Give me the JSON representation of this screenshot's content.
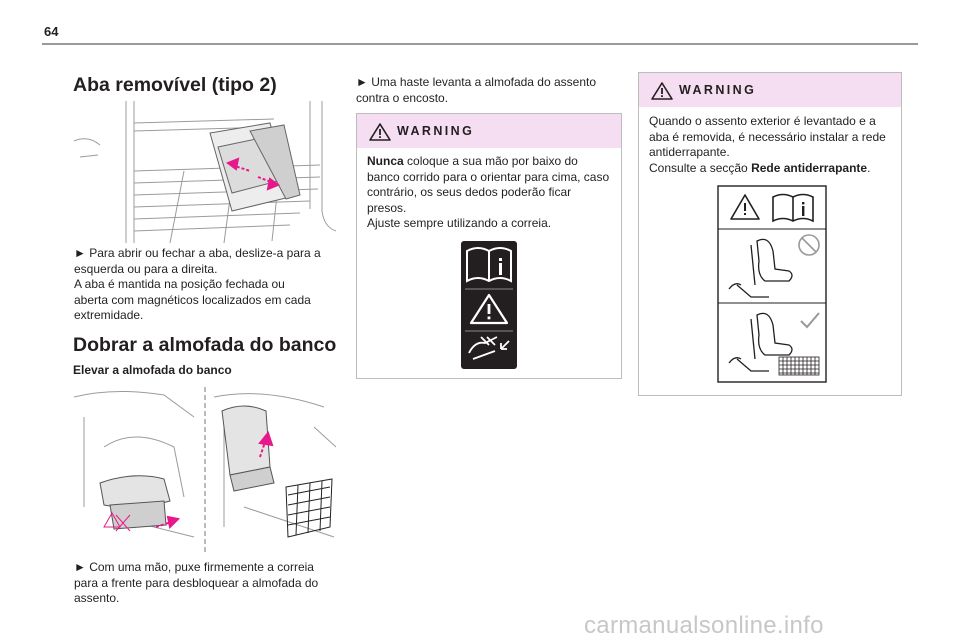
{
  "page": {
    "number": "64",
    "watermark": "carmanualsonline.info"
  },
  "col1": {
    "heading": "Aba removível (tipo 2)",
    "para1": [
      "► Para abrir ou fechar a aba, deslize-a para a",
      "esquerda ou para a direita.",
      "A aba é mantida na posição fechada ou",
      "aberta com magnéticos localizados em cada",
      "extremidade."
    ],
    "heading2": "Dobrar a almofada do banco",
    "subheading": "Elevar a almofada do banco",
    "para2": [
      "► Com uma mão, puxe firmemente a correia",
      "para a frente para desbloquear a almofada do",
      "assento."
    ]
  },
  "col2": {
    "para1": [
      "► Uma haste levanta a almofada do assento",
      "contra o encosto."
    ],
    "warning": {
      "title": "WARNING",
      "bold_lead": "Nunca",
      "line1_rest": " coloque a sua mão por baixo do",
      "lines": [
        "banco corrido para o orientar para cima, caso",
        "contrário, os seus dedos poderão ficar",
        "presos.",
        "Ajuste sempre utilizando a correia."
      ]
    }
  },
  "col3": {
    "warning": {
      "title": "WARNING",
      "lines": [
        "Quando o assento exterior é levantado e a",
        "aba é removida, é necessário instalar a rede",
        "antiderrapante."
      ],
      "last_prefix": "Consulte a secção ",
      "last_bold": "Rede antiderrapante",
      "last_suffix": "."
    }
  },
  "colors": {
    "warning_header": "#f6def2",
    "arrow_magenta": "#e8178a",
    "rule": "#9a9a9a"
  }
}
